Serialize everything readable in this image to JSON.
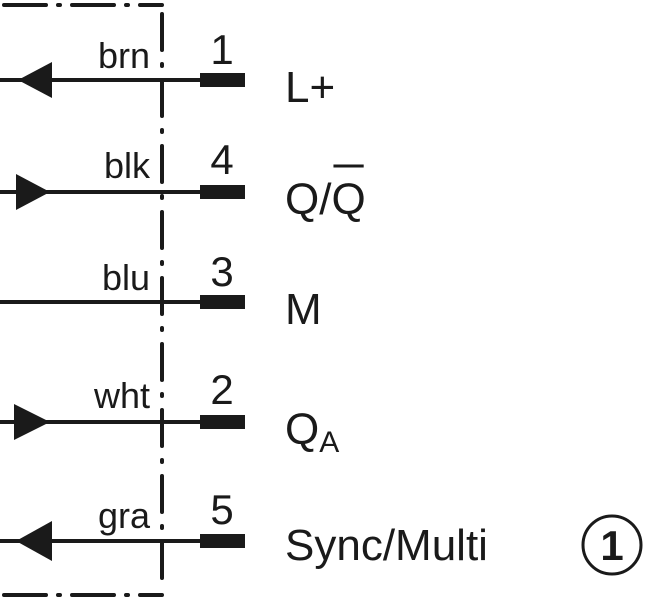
{
  "diagram": {
    "rows": [
      {
        "wire_color": "brn",
        "pin": "1",
        "signal": "L+",
        "arrow": "left"
      },
      {
        "wire_color": "blk",
        "pin": "4",
        "signal_a": "Q/",
        "signal_b": "Q",
        "arrow": "right"
      },
      {
        "wire_color": "blu",
        "pin": "3",
        "signal": "M",
        "arrow": "none"
      },
      {
        "wire_color": "wht",
        "pin": "2",
        "signal": "Q",
        "signal_sub": "A",
        "arrow": "right"
      },
      {
        "wire_color": "gra",
        "pin": "5",
        "signal": "Sync/Multi",
        "note_marker": "1",
        "arrow": "left"
      }
    ],
    "line_color": "#1a1a1a"
  }
}
